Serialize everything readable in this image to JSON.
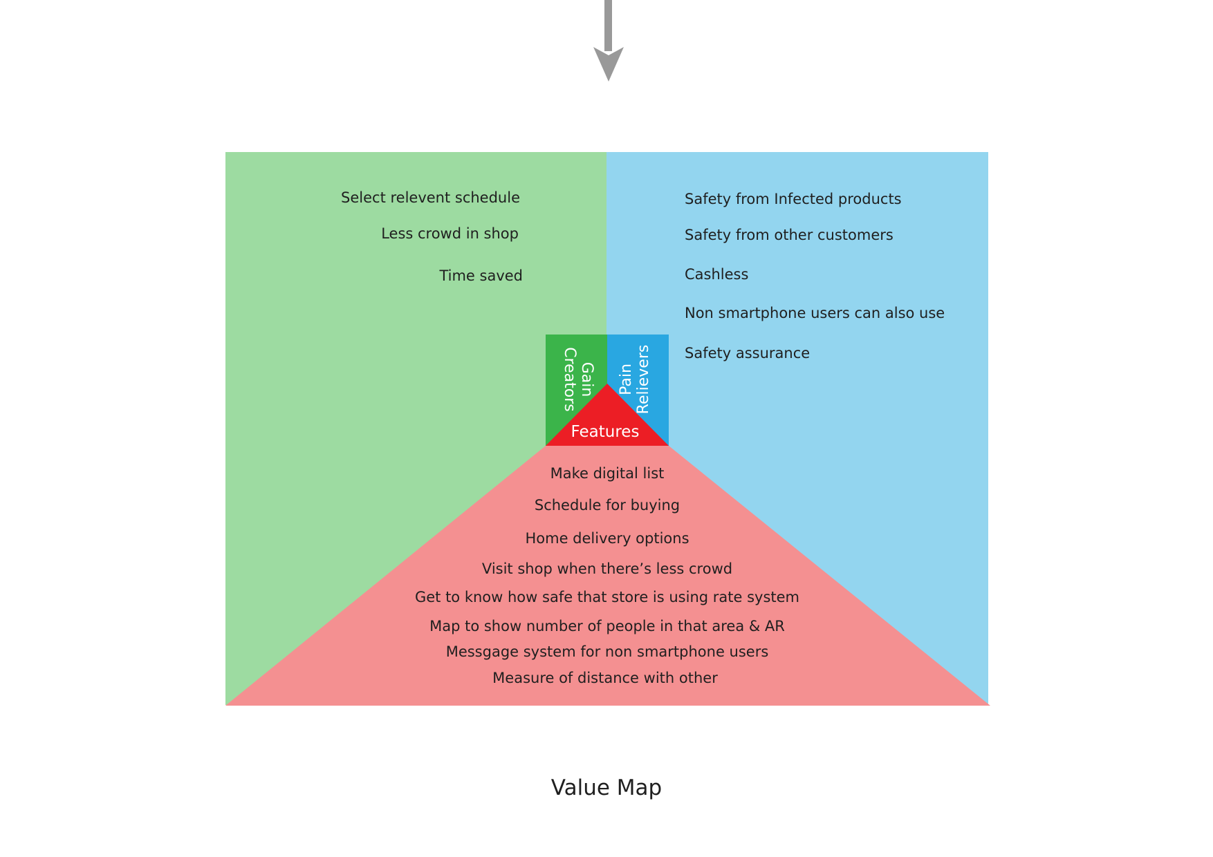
{
  "colors": {
    "gain_bg": "#9ddba1",
    "pain_bg": "#93d5ef",
    "features_bg": "#f49091",
    "gain_core": "#3bb44a",
    "pain_core": "#29a7e1",
    "features_core": "#ec1e25",
    "arrow": "#999999"
  },
  "icons": {
    "arrow": "arrow-down-icon"
  },
  "gain_creators": {
    "label_line1": "Gain",
    "label_line2": "Creators",
    "items": [
      "Select relevent schedule",
      "Less crowd in shop",
      "Time saved"
    ]
  },
  "pain_relievers": {
    "label_line1": "Pain",
    "label_line2": "Relievers",
    "items": [
      "Safety from Infected products",
      "Safety from other customers",
      "Cashless",
      "Non smartphone users can also use",
      "Safety assurance"
    ]
  },
  "features": {
    "label": "Features",
    "items": [
      "Make digital list",
      "Schedule for buying",
      "Home delivery options",
      "Visit shop when there’s less crowd",
      "Get to know how safe that store is using rate system",
      "Map to show number of people in that area & AR",
      "Messgage system for non smartphone users",
      "Measure of distance with other"
    ]
  },
  "caption": "Value Map"
}
